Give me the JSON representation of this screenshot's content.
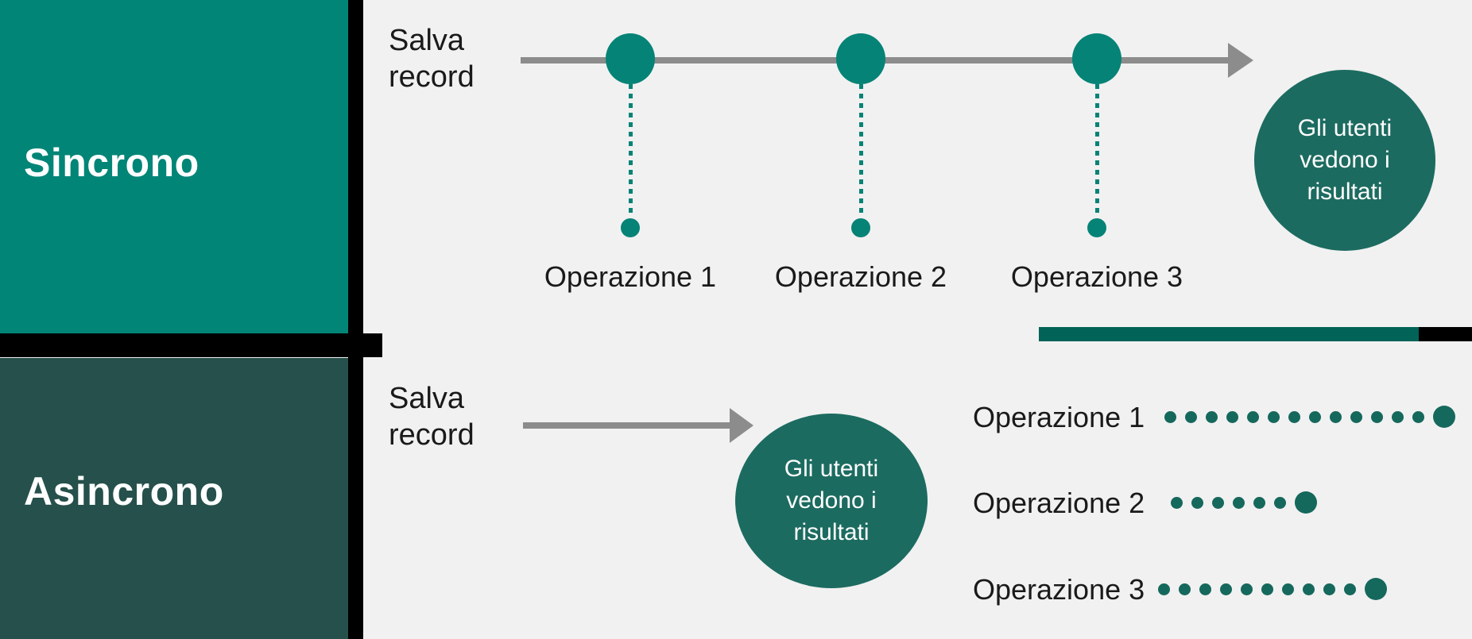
{
  "sincrono": {
    "title": "Sincrono",
    "save_line1": "Salva",
    "save_line2": "record",
    "operations": [
      {
        "label": "Operazione 1"
      },
      {
        "label": "Operazione 2"
      },
      {
        "label": "Operazione 3"
      }
    ],
    "result_line1": "Gli utenti",
    "result_line2": "vedono i",
    "result_line3": "risultati"
  },
  "asincrono": {
    "title": "Asincrono",
    "save_line1": "Salva",
    "save_line2": "record",
    "operations": [
      {
        "label": "Operazione 1",
        "small_dots": 13
      },
      {
        "label": "Operazione 2",
        "small_dots": 6
      },
      {
        "label": "Operazione 3",
        "small_dots": 10
      }
    ],
    "result_line1": "Gli utenti",
    "result_line2": "vedono i",
    "result_line3": "risultati"
  },
  "colors": {
    "background": "#F1F1F1",
    "sync_box": "#008577",
    "async_box": "#26504B",
    "accent_teal": "#058376",
    "dark_circle": "#1C6B60",
    "divider_teal": "#026358",
    "dots_teal": "#15685C",
    "arrow_gray": "#8C8C8C",
    "black": "#000000"
  }
}
